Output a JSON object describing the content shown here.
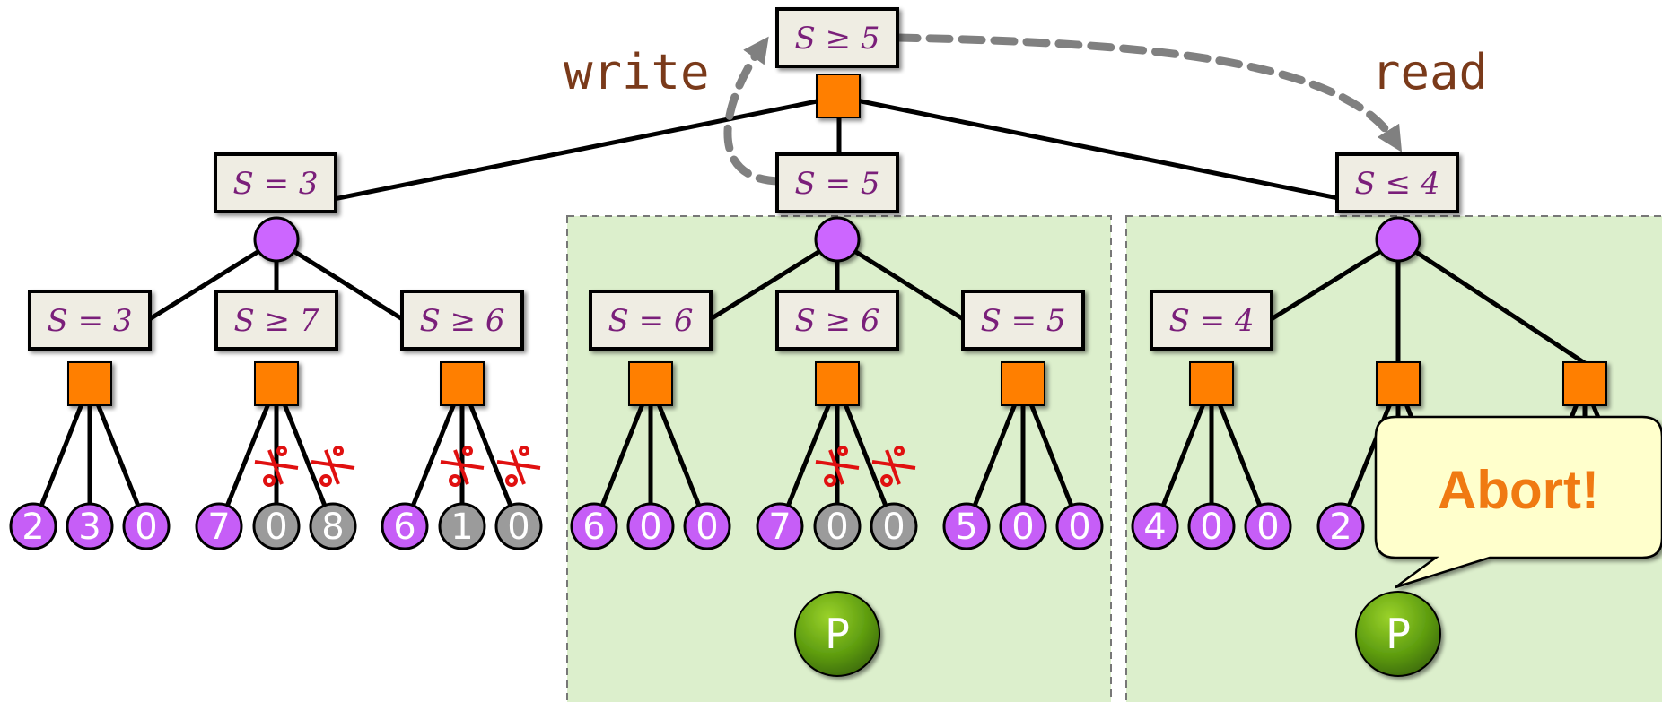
{
  "colors": {
    "box_fill": "#efede3",
    "label_text": "#7a1f7a",
    "max_node": "#ff7f00",
    "chance_node": "#cc66ff",
    "leaf_purple": "#c65ef7",
    "leaf_gray": "#9b9b9b",
    "region_fill": "#dcefcc",
    "cut_marker": "#e01010",
    "arrow": "#808080",
    "code_text": "#7a3a1a",
    "abort_text": "#f07a12",
    "callout_fill": "#ffffcc",
    "p_node": "#5a9a0a"
  },
  "annotations": {
    "write": "write",
    "read": "read"
  },
  "callout": {
    "text": "Abort!"
  },
  "root": {
    "label": "S ≥ 5"
  },
  "level1": [
    {
      "label": "S = 3"
    },
    {
      "label": "S = 5"
    },
    {
      "label": "S ≤ 4"
    }
  ],
  "level2": [
    {
      "label": "S = 3"
    },
    {
      "label": "S ≥ 7"
    },
    {
      "label": "S ≥ 6"
    },
    {
      "label": "S = 6"
    },
    {
      "label": "S ≥ 6"
    },
    {
      "label": "S = 5"
    },
    {
      "label": "S = 4"
    }
  ],
  "leaves": [
    {
      "value": "2",
      "state": "active"
    },
    {
      "value": "3",
      "state": "active"
    },
    {
      "value": "0",
      "state": "active"
    },
    {
      "value": "7",
      "state": "active"
    },
    {
      "value": "0",
      "state": "pruned"
    },
    {
      "value": "8",
      "state": "pruned"
    },
    {
      "value": "6",
      "state": "active"
    },
    {
      "value": "1",
      "state": "pruned"
    },
    {
      "value": "0",
      "state": "pruned"
    },
    {
      "value": "6",
      "state": "active"
    },
    {
      "value": "0",
      "state": "active"
    },
    {
      "value": "0",
      "state": "active"
    },
    {
      "value": "7",
      "state": "active"
    },
    {
      "value": "0",
      "state": "pruned"
    },
    {
      "value": "0",
      "state": "pruned"
    },
    {
      "value": "5",
      "state": "active"
    },
    {
      "value": "0",
      "state": "active"
    },
    {
      "value": "0",
      "state": "active"
    },
    {
      "value": "4",
      "state": "active"
    },
    {
      "value": "0",
      "state": "active"
    },
    {
      "value": "0",
      "state": "active"
    },
    {
      "value": "2",
      "state": "active"
    }
  ],
  "processors": [
    {
      "label": "P"
    },
    {
      "label": "P"
    }
  ]
}
